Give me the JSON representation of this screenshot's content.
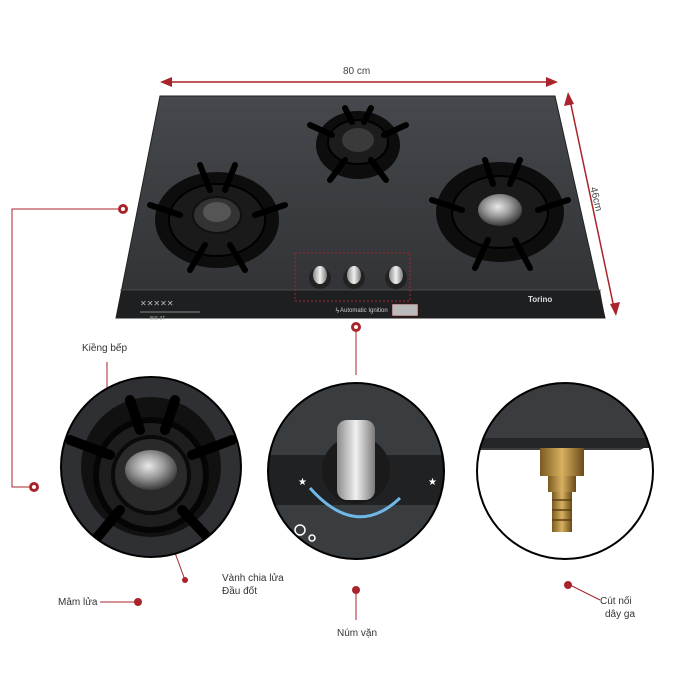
{
  "dimensions": {
    "width": "80 cm",
    "depth": "46cm"
  },
  "hob": {
    "brand": "Torino",
    "ignition_text": "Automatic Ignition",
    "model_text": "BIS 3T"
  },
  "callouts": {
    "grate": "Kiềng bếp",
    "burner_cap": "Mâm lửa",
    "flame_spreader_line1": "Vành chia lửa",
    "flame_spreader_line2": "Đầu đốt",
    "knob": "Núm vặn",
    "gas_connector_line1": "Cút nối",
    "gas_connector_line2": "dây ga"
  },
  "colors": {
    "glass": "#3a3d40",
    "glass_dark": "#2a2c2e",
    "accent_red": "#a8242a",
    "grate": "#111111",
    "brass": "#b08a3a"
  },
  "icons": [
    "dimension-arrow-icon",
    "callout-dot-icon",
    "knob-icon",
    "burner-icon",
    "flame-icon"
  ]
}
